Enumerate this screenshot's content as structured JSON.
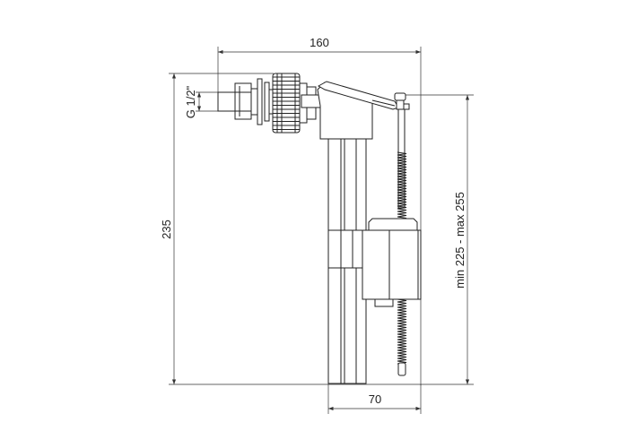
{
  "diagram": {
    "title": "Fill valve technical drawing",
    "dimensions": {
      "width_top": "160",
      "height_total": "235",
      "thread": "G 1/2\"",
      "adjustable_height": "min 225 - max 255",
      "width_bottom": "70"
    },
    "line_color": "#222222",
    "background": "#ffffff"
  }
}
